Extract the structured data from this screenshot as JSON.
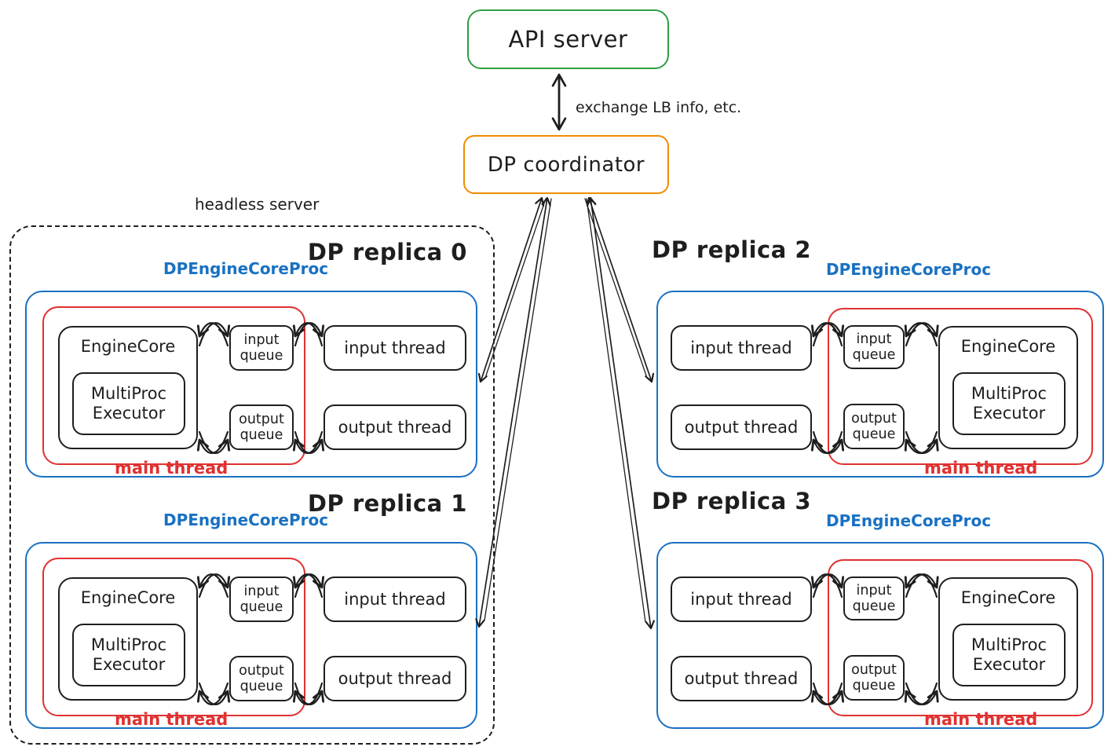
{
  "palette": {
    "green": "#2f9e44",
    "orange": "#f08c00",
    "blue": "#1971c2",
    "red": "#e03131",
    "ink": "#1e1e1e",
    "background": "#ffffff"
  },
  "top": {
    "api_server_label": "API server",
    "coordinator_label": "DP coordinator",
    "exchange_label": "exchange LB info, etc."
  },
  "headless_server_label": "headless server",
  "replica_shared": {
    "proc_label": "DPEngineCoreProc",
    "main_thread_label": "main thread",
    "engine_core_label": "EngineCore",
    "executor_label": "MultiProc Executor",
    "input_queue_label": "input queue",
    "output_queue_label": "output queue",
    "input_thread_label": "input thread",
    "output_thread_label": "output thread"
  },
  "replicas": [
    {
      "title": "DP replica 0"
    },
    {
      "title": "DP replica 1"
    },
    {
      "title": "DP replica 2"
    },
    {
      "title": "DP replica 3"
    }
  ]
}
